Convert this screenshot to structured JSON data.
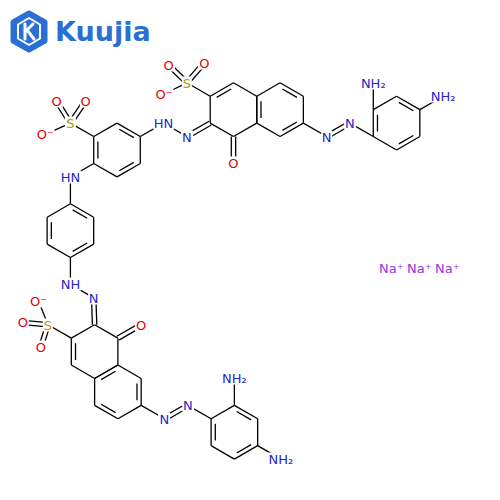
{
  "diagram": {
    "labels": [
      "Kuujia",
      "O",
      "O",
      "S",
      "O⁻",
      "HN",
      "N",
      "O",
      "N",
      "N",
      "NH₂",
      "NH₂",
      "O",
      "O",
      "S",
      "O⁻",
      "HN",
      "NH",
      "N",
      "O⁻",
      "S",
      "O",
      "O",
      "O",
      "N",
      "N",
      "NH₂",
      "NH₂",
      "Na⁺",
      "Na⁺",
      "Na⁺"
    ]
  }
}
